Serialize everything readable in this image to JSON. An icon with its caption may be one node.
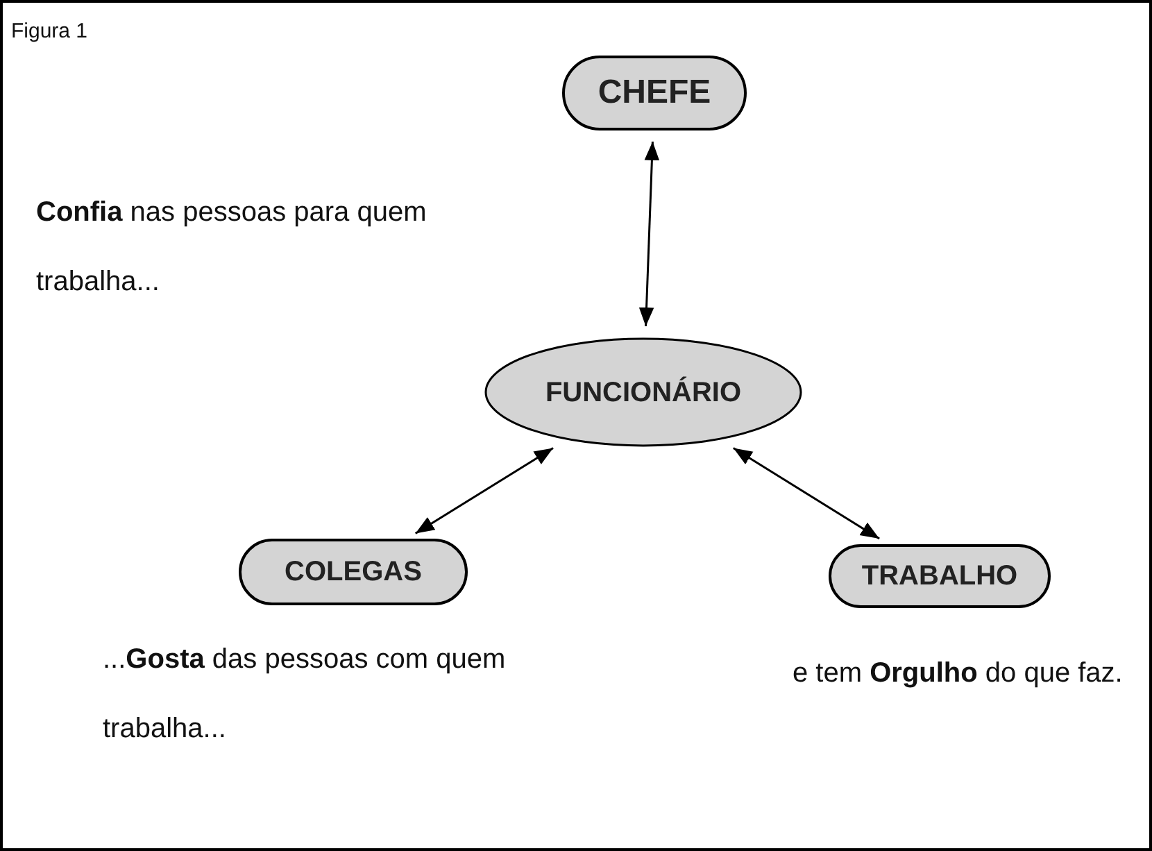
{
  "diagram": {
    "nodes": [
      {
        "text": [
          "CHEFE"
        ]
      },
      {
        "text": [
          "FUNCIONÁRIO"
        ]
      },
      {
        "text": [
          "COLEGAS"
        ]
      },
      {
        "text": [
          "TRABALHO"
        ]
      }
    ],
    "edges": [
      {
        "from": 0,
        "to": 1,
        "arrow": "both"
      },
      {
        "from": 1,
        "to": 2,
        "arrow": "both"
      },
      {
        "from": 1,
        "to": 3,
        "arrow": "both"
      }
    ],
    "labels": [
      "Figura 1",
      "**Confia** nas pessoas para quem trabalha...",
      "...**Gosta** das pessoas com quem trabalha...",
      "e tem **Orgulho** do que faz."
    ]
  }
}
